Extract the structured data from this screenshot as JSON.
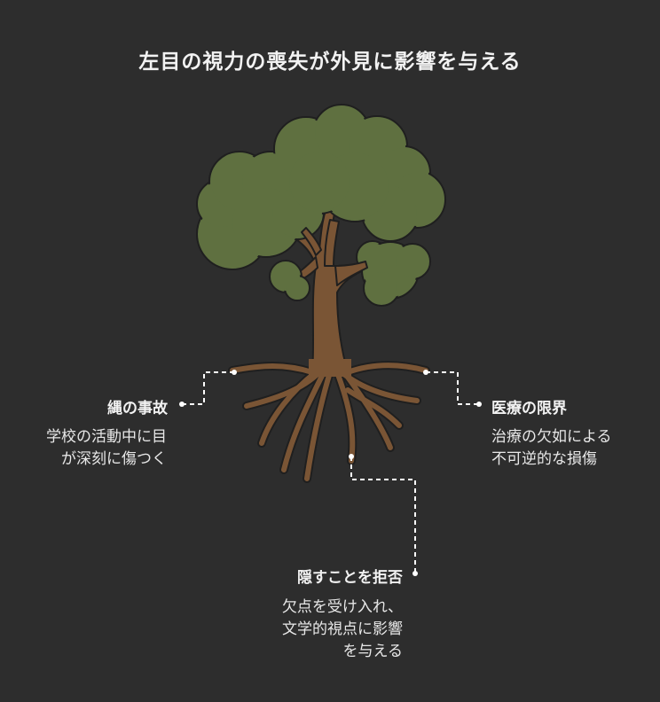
{
  "title": "左目の視力の喪失が外見に影響を与える",
  "branches": [
    {
      "label": "縄の事故",
      "desc_lines": [
        "学校の活動中に目",
        "が深刻に傷つく"
      ]
    },
    {
      "label": "医療の限界",
      "desc_lines": [
        "治療の欠如による",
        "不可逆的な損傷"
      ]
    },
    {
      "label": "隠すことを拒否",
      "desc_lines": [
        "欠点を受け入れ、",
        "文学的視点に影響",
        "を与える"
      ]
    }
  ],
  "colors": {
    "background": "#2d2d2d",
    "foliage": "#5f7040",
    "trunk": "#7a5535",
    "outline": "#1f1f1f",
    "connector": "#ffffff"
  }
}
